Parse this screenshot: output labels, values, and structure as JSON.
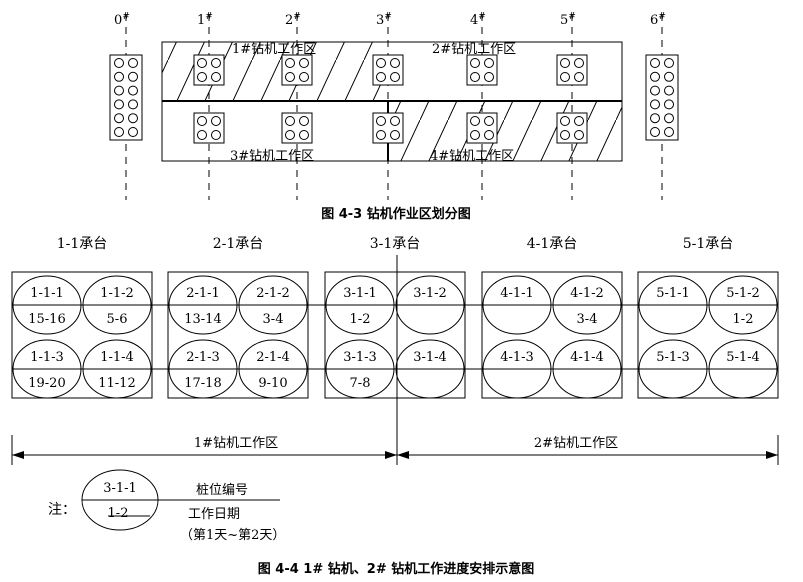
{
  "fig43": {
    "axes": [
      "0#",
      "1#",
      "2#",
      "3#",
      "4#",
      "5#",
      "6#"
    ],
    "zones": [
      "1#钻机工作区",
      "2#钻机工作区",
      "3#钻机工作区",
      "4#钻机工作区"
    ],
    "caption": "图 4-3   钻机作业区划分图"
  },
  "fig44": {
    "caps": [
      {
        "label": "1-1承台",
        "cells": [
          {
            "id": "1-1-1",
            "days": "15-16"
          },
          {
            "id": "1-1-2",
            "days": "5-6"
          },
          {
            "id": "1-1-3",
            "days": "19-20"
          },
          {
            "id": "1-1-4",
            "days": "11-12"
          }
        ]
      },
      {
        "label": "2-1承台",
        "cells": [
          {
            "id": "2-1-1",
            "days": "13-14"
          },
          {
            "id": "2-1-2",
            "days": "3-4"
          },
          {
            "id": "2-1-3",
            "days": "17-18"
          },
          {
            "id": "2-1-4",
            "days": "9-10"
          }
        ]
      },
      {
        "label": "3-1承台",
        "cells": [
          {
            "id": "3-1-1",
            "days": "1-2"
          },
          {
            "id": "3-1-2",
            "days": ""
          },
          {
            "id": "3-1-3",
            "days": "7-8"
          },
          {
            "id": "3-1-4",
            "days": ""
          }
        ]
      },
      {
        "label": "4-1承台",
        "cells": [
          {
            "id": "4-1-1",
            "days": ""
          },
          {
            "id": "4-1-2",
            "days": "3-4"
          },
          {
            "id": "4-1-3",
            "days": ""
          },
          {
            "id": "4-1-4",
            "days": ""
          }
        ]
      },
      {
        "label": "5-1承台",
        "cells": [
          {
            "id": "5-1-1",
            "days": ""
          },
          {
            "id": "5-1-2",
            "days": "1-2"
          },
          {
            "id": "5-1-3",
            "days": ""
          },
          {
            "id": "5-1-4",
            "days": ""
          }
        ]
      }
    ],
    "range_left": "1#钻机工作区",
    "range_right": "2#钻机工作区",
    "legend": {
      "note": "注：",
      "sample_id": "3-1-1",
      "sample_days": "1-2",
      "id_desc": "桩位编号",
      "days_desc": "工作日期",
      "days_note": "（第1天~第2天）"
    },
    "caption": "图 4-4    1# 钻机、2# 钻机工作进度安排示意图"
  }
}
